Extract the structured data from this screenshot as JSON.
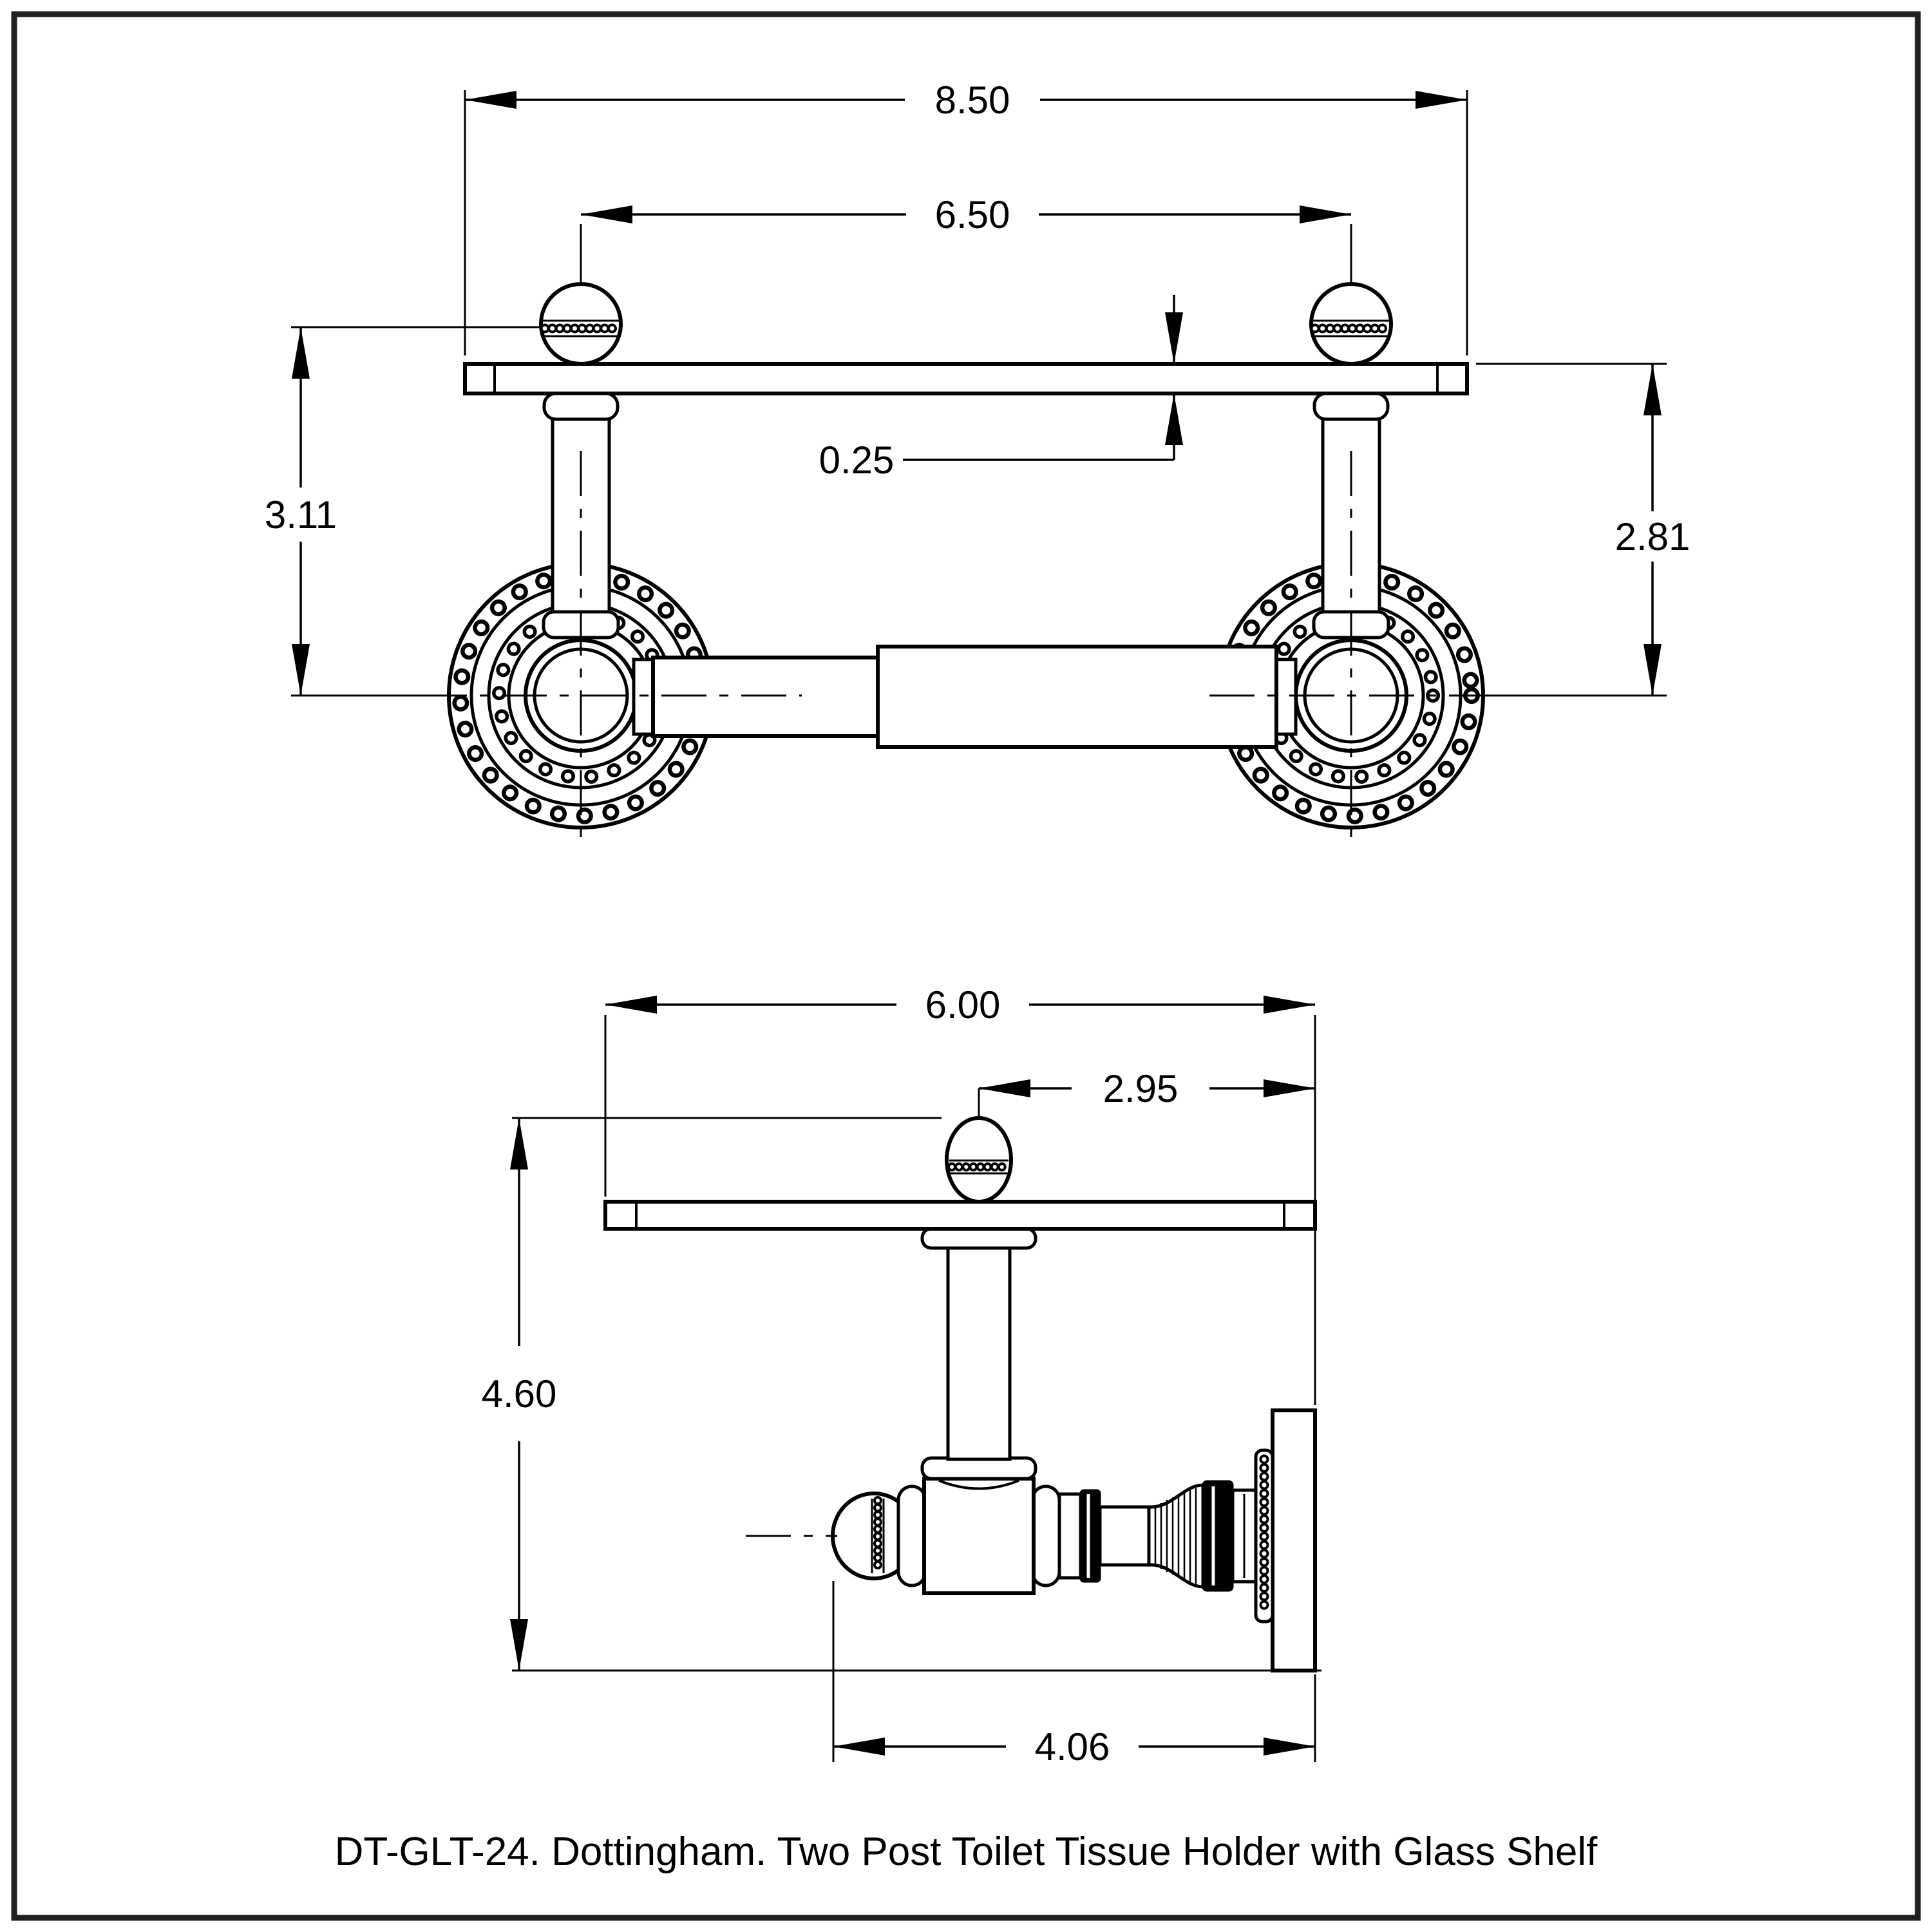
{
  "caption": "DT-GLT-24. Dottingham. Two Post Toilet Tissue Holder with Glass Shelf",
  "model": "DT-GLT-24",
  "collection": "Dottingham",
  "product_name": "Two Post Toilet Tissue Holder with Glass Shelf",
  "colors": {
    "line": "#000000",
    "frame": "#1f1f1f",
    "background": "#ffffff"
  },
  "front_view": {
    "dims": {
      "overall_width": "8.50",
      "post_spacing": "6.50",
      "shelf_thickness": "0.25",
      "left_height": "3.11",
      "right_height": "2.81"
    }
  },
  "side_view": {
    "dims": {
      "shelf_depth": "6.00",
      "finial_to_wall": "2.95",
      "overall_height": "4.60",
      "projection": "4.06"
    }
  }
}
